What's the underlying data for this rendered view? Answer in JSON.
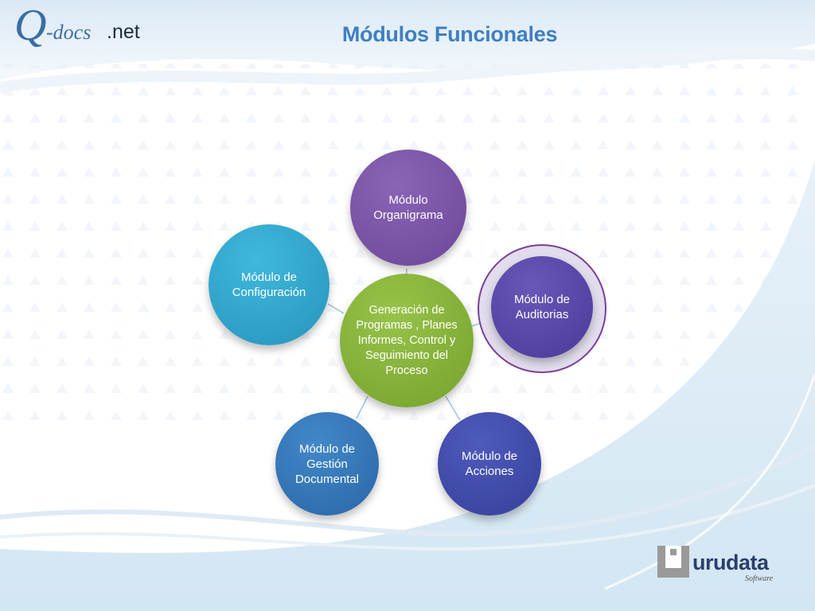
{
  "slide": {
    "title": "Módulos Funcionales"
  },
  "logo_left": {
    "q": "Q",
    "docs": "-docs",
    "net": ".net"
  },
  "logo_right": {
    "name": "urudata",
    "tagline": "Software"
  },
  "diagram": {
    "center": "Generación de Programas , Planes Informes, Control y Seguimiento del Proceso",
    "modules": {
      "organigrama": "Módulo Organigrama",
      "auditorias": "Módulo de Auditorias",
      "acciones": "Módulo de Acciones",
      "gestion": "Módulo de Gestión Documental",
      "configuracion": "Módulo de Configuración"
    }
  },
  "colors": {
    "title": "#3f7fc1",
    "center": "#86b23a",
    "organigrama": "#7a52a5",
    "auditorias": "#5a47a8",
    "acciones": "#3f4aa7",
    "gestion": "#3576b8",
    "configuracion": "#2fa8cf",
    "connector": "#9fc6d4",
    "highlight_ring": "#7a3f98"
  }
}
